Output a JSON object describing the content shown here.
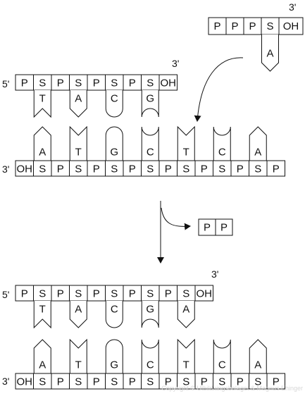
{
  "labels": {
    "five_prime": "5'",
    "three_prime": "3'"
  },
  "incoming_nucleotide": {
    "cells": [
      "P",
      "P",
      "P",
      "S",
      "OH"
    ],
    "base": "A"
  },
  "pyrophosphate": [
    "P",
    "P"
  ],
  "stage1": {
    "primer_strand": [
      "P",
      "S",
      "P",
      "S",
      "P",
      "S",
      "P",
      "S",
      "OH"
    ],
    "primer_bases": [
      "T",
      "A",
      "C",
      "G"
    ],
    "template_strand": [
      "OH",
      "S",
      "P",
      "S",
      "P",
      "S",
      "P",
      "S",
      "P",
      "S",
      "P",
      "S",
      "P",
      "S",
      "P"
    ],
    "template_bases": [
      "A",
      "T",
      "G",
      "C",
      "T",
      "C",
      "A"
    ]
  },
  "stage2": {
    "primer_strand": [
      "P",
      "S",
      "P",
      "S",
      "P",
      "S",
      "P",
      "S",
      "P",
      "S",
      "OH"
    ],
    "primer_bases": [
      "T",
      "A",
      "C",
      "G",
      "A"
    ],
    "template_strand": [
      "OH",
      "S",
      "P",
      "S",
      "P",
      "S",
      "P",
      "S",
      "P",
      "S",
      "P",
      "S",
      "P",
      "S",
      "P"
    ],
    "template_bases": [
      "A",
      "T",
      "G",
      "C",
      "T",
      "C",
      "A"
    ]
  },
  "copyright": "Copyright © Utbildningsbolaget & Magnus Ehinger"
}
